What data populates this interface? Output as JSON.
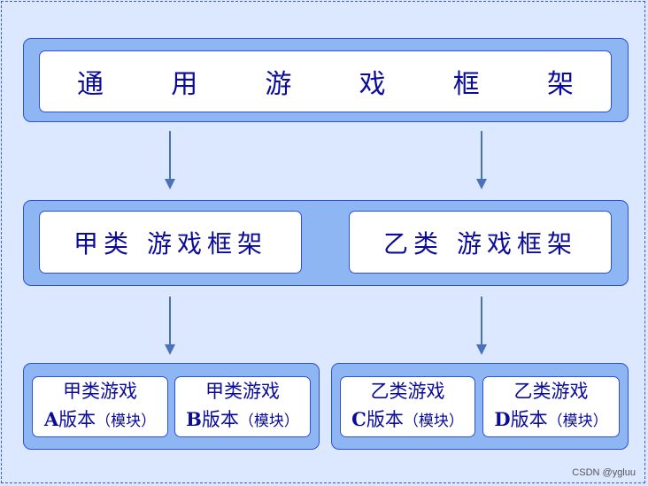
{
  "title_chars": [
    "通",
    "用",
    "游",
    "戏",
    "框",
    "架"
  ],
  "mid": {
    "left": "甲类 游戏框架",
    "right": "乙类 游戏框架"
  },
  "leaves": [
    {
      "line1": "甲类游戏",
      "letter": "A",
      "version": "版本",
      "note": "（模块）"
    },
    {
      "line1": "甲类游戏",
      "letter": "B",
      "version": "版本",
      "note": "（模块）"
    },
    {
      "line1": "乙类游戏",
      "letter": "C",
      "version": "版本",
      "note": "（模块）"
    },
    {
      "line1": "乙类游戏",
      "letter": "D",
      "version": "版本",
      "note": "（模块）"
    }
  ],
  "watermark": "CSDN @ygluu",
  "colors": {
    "background": "#dce8ff",
    "band": "#8db6f2",
    "border": "#2f4fd8",
    "text": "#0b0b9a",
    "arrow": "#4a72b8"
  }
}
